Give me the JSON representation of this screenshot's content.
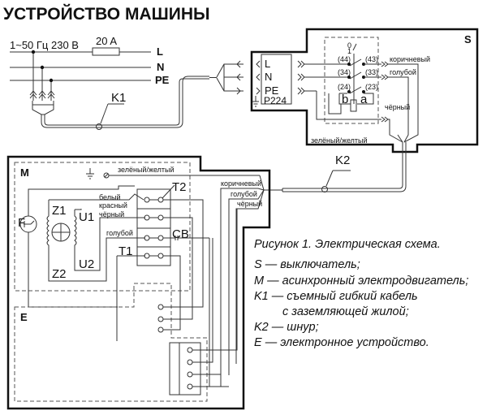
{
  "title": "УСТРОЙСТВО МАШИНЫ",
  "supply": {
    "spec": "1~50 Гц 230 В",
    "fuse": "20 A",
    "lines": [
      "L",
      "N",
      "PE"
    ]
  },
  "cables": {
    "k1": "K1",
    "k2": "K2"
  },
  "switch_block": {
    "label": "S",
    "terminals": [
      "L",
      "N",
      "PE",
      "P224"
    ],
    "contacts": [
      "(44)",
      "(43)",
      "(34)",
      "(33)",
      "(24)",
      "(23)"
    ],
    "positions": [
      "0",
      "1"
    ],
    "coil_labels": [
      "b",
      "a"
    ],
    "wires": [
      "коричневый",
      "голубой",
      "чёрный"
    ],
    "ground_wire": "зелёный/желтый"
  },
  "motor_block": {
    "label": "M",
    "ground_wire": "зелёный/желтый",
    "thermal": "F",
    "windings": [
      "Z1",
      "Z2",
      "U1",
      "U2"
    ],
    "terminals": [
      "T2",
      "T1"
    ],
    "capacitor": "CB",
    "wires_left": [
      "белый",
      "красный",
      "чёрный",
      "голубой"
    ],
    "wires_right": [
      "коричневый",
      "голубой",
      "чёрный"
    ]
  },
  "electronic_block": {
    "label": "E"
  },
  "caption": {
    "heading": "Рисунок 1. Электрическая схема.",
    "legend": [
      "S — выключатель;",
      "M — асинхронный электродвигатель;",
      "K1 — съемный гибкий кабель",
      "с заземляющей жилой;",
      "K2 — шнур;",
      "E — электронное устройство."
    ]
  }
}
